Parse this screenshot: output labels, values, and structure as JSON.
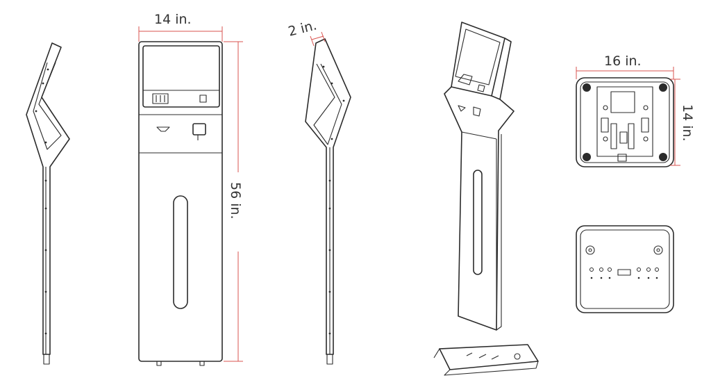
{
  "dimensions": {
    "front_width": "14 in.",
    "screen_depth": "2 in.",
    "height": "56 in.",
    "base_width": "16 in.",
    "base_depth": "14 in."
  },
  "colors": {
    "line": "#2b2b2b",
    "dimension": "#d9534f",
    "label": "#333333",
    "background": "#ffffff"
  }
}
